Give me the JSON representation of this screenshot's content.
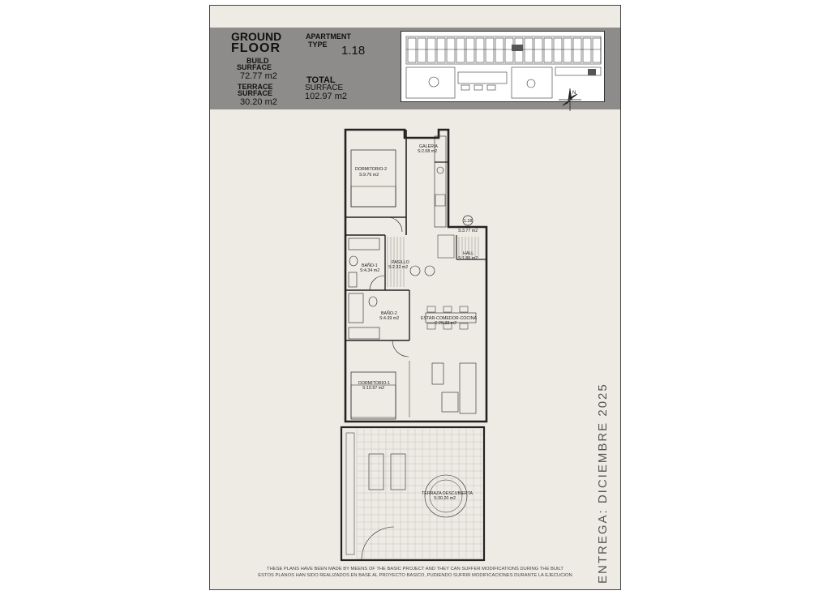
{
  "header": {
    "floor_line1": "GROUND",
    "floor_line2": "FLOOR",
    "build_label_1": "BUILD",
    "build_label_2": "SURFACE",
    "build_value": "72.77 m2",
    "terrace_label_1": "TERRACE",
    "terrace_label_2": "SURFACE",
    "terrace_value": "30.20 m2",
    "apartment_label": "APARTMENT",
    "type_label": "TYPE",
    "type_value": "1.18",
    "total_label_1": "TOTAL",
    "total_label_2": "SURFACE",
    "total_value": "102.97 m2"
  },
  "rooms": {
    "dormitorio2_name": "DORMITORIO-2",
    "dormitorio2_area": "S:9.76 m2",
    "galeria_name": "GALERIA",
    "galeria_area": "S:2.08 m2",
    "unit_tag": "1.18",
    "porch_area": "S:3.77 m2",
    "hall_name": "HALL",
    "hall_area": "S:1.86 m2",
    "pasillo_name": "PASILLO",
    "pasillo_area": "S:2.32 m2",
    "bano1_name": "BAÑO-1",
    "bano1_area": "S:4.34 m2",
    "bano2_name": "BAÑO-2",
    "bano2_area": "S:4.39 m2",
    "estar_name": "ESTAR-COMEDOR-COCINA",
    "estar_area": "S:28.32 m2",
    "dormitorio1_name": "DORMITORIO-1",
    "dormitorio1_area": "S:10.97 m2",
    "terraza_name": "TERRAZA DESCUBIERTA",
    "terraza_area": "S:30.20 m2"
  },
  "delivery_text": "ENTREGA: DICIEMBRE 2025",
  "disclaimer_en": "THESE PLANS HAVE BEEN MADE BY MEENS OF THE BASIC PROJECT AND THEY CAN SUFFER MODIFICATIONS DURING THE BUILT",
  "disclaimer_es": "ESTOS PLANOS HAN SIDO REALIZADOS EN BASE AL PROYECTO BASICO, PUDIENDO SUFRIR MODIFICACIONES DURANTE LA EJECUCION",
  "compass_label": "N"
}
